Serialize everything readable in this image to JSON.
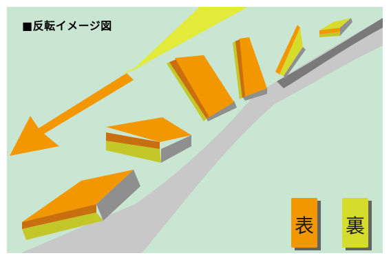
{
  "title": "■反転イメージ図",
  "legend": [
    {
      "label": "表",
      "color": "#f39700"
    },
    {
      "label": "裏",
      "color": "#d6dc2c"
    }
  ],
  "colors": {
    "background": "#c9e6d2",
    "road": "#c8c8c8",
    "road_far": "#888888",
    "front": "#f39700",
    "front_edge": "#c86f10",
    "back": "#d6dc2c",
    "side": "#909090",
    "arrow": "#f39700",
    "beam": "#e2ea3a"
  }
}
